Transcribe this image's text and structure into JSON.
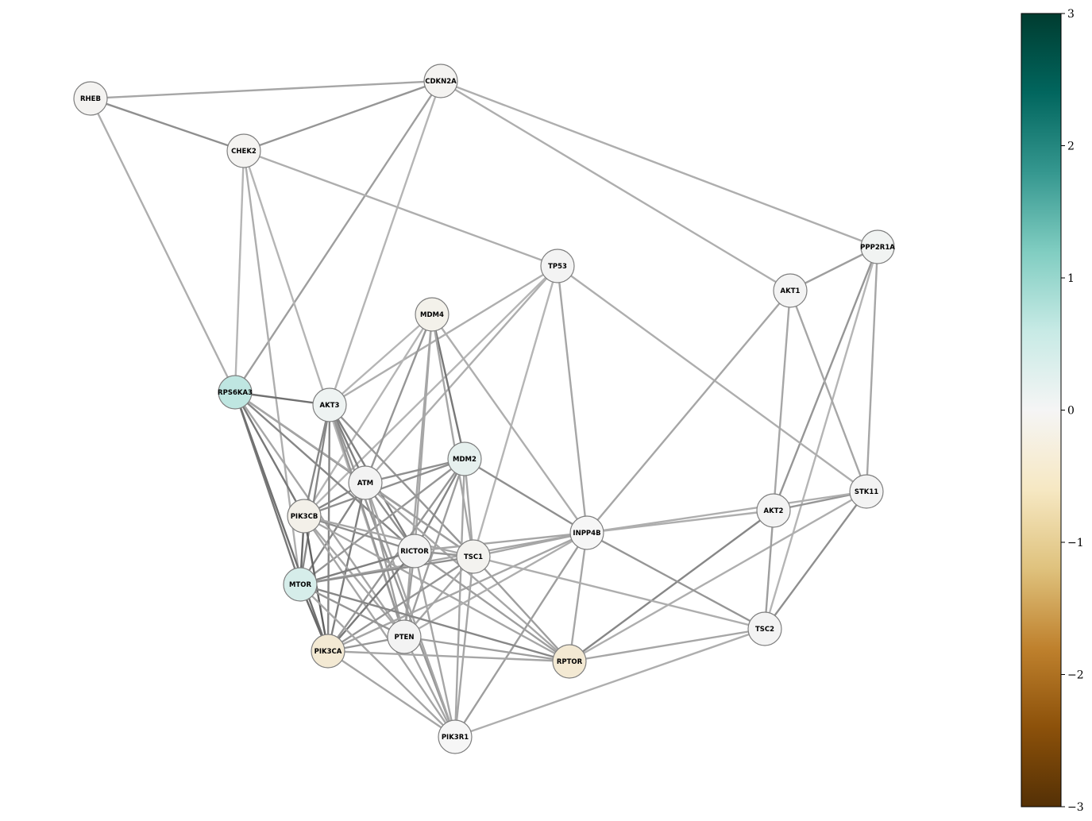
{
  "network": {
    "nodes": [
      {
        "id": "RHEB",
        "value": 0.05,
        "color": "#f4f3f1"
      },
      {
        "id": "CDKN2A",
        "value": 0.05,
        "color": "#f4f3f1"
      },
      {
        "id": "CHEK2",
        "value": 0.05,
        "color": "#f4f3f1"
      },
      {
        "id": "PPP2R1A",
        "value": 0.0,
        "color": "#f1f3f2"
      },
      {
        "id": "TP53",
        "value": 0.0,
        "color": "#f3f3f3"
      },
      {
        "id": "AKT1",
        "value": 0.0,
        "color": "#f3f3f3"
      },
      {
        "id": "MDM4",
        "value": -0.15,
        "color": "#f3f1ea"
      },
      {
        "id": "RPS6KA3",
        "value": 1.0,
        "color": "#bfe6e1"
      },
      {
        "id": "AKT3",
        "value": 0.15,
        "color": "#eef3f2"
      },
      {
        "id": "MDM2",
        "value": 0.2,
        "color": "#e6f0ee"
      },
      {
        "id": "ATM",
        "value": 0.0,
        "color": "#f3f3f3"
      },
      {
        "id": "STK11",
        "value": 0.0,
        "color": "#f3f3f3"
      },
      {
        "id": "AKT2",
        "value": 0.0,
        "color": "#f3f3f3"
      },
      {
        "id": "PIK3CB",
        "value": -0.15,
        "color": "#f3f0e9"
      },
      {
        "id": "INPP4B",
        "value": 0.0,
        "color": "#f6f6f6"
      },
      {
        "id": "RICTOR",
        "value": 0.0,
        "color": "#f3f3f3"
      },
      {
        "id": "TSC1",
        "value": -0.05,
        "color": "#f3f2ef"
      },
      {
        "id": "MTOR",
        "value": 0.45,
        "color": "#d6edea"
      },
      {
        "id": "TSC2",
        "value": 0.0,
        "color": "#f3f3f3"
      },
      {
        "id": "PTEN",
        "value": 0.0,
        "color": "#f3f3f3"
      },
      {
        "id": "PIK3CA",
        "value": -0.4,
        "color": "#f3e9d3"
      },
      {
        "id": "RPTOR",
        "value": -0.4,
        "color": "#f3e9d3"
      },
      {
        "id": "PIK3R1",
        "value": 0.0,
        "color": "#f6f6f6"
      }
    ],
    "edges": [
      {
        "source": "RHEB",
        "target": "CDKN2A",
        "weight": 0.3
      },
      {
        "source": "RHEB",
        "target": "CHEK2",
        "weight": 0.45
      },
      {
        "source": "RHEB",
        "target": "RPS6KA3",
        "weight": 0.25
      },
      {
        "source": "CDKN2A",
        "target": "CHEK2",
        "weight": 0.4
      },
      {
        "source": "CDKN2A",
        "target": "PPP2R1A",
        "weight": 0.25
      },
      {
        "source": "CDKN2A",
        "target": "AKT1",
        "weight": 0.25
      },
      {
        "source": "CDKN2A",
        "target": "RPS6KA3",
        "weight": 0.35
      },
      {
        "source": "CDKN2A",
        "target": "AKT3",
        "weight": 0.2
      },
      {
        "source": "CHEK2",
        "target": "TP53",
        "weight": 0.25
      },
      {
        "source": "CHEK2",
        "target": "RPS6KA3",
        "weight": 0.2
      },
      {
        "source": "CHEK2",
        "target": "MTOR",
        "weight": 0.25
      },
      {
        "source": "CHEK2",
        "target": "PTEN",
        "weight": 0.2
      },
      {
        "source": "PPP2R1A",
        "target": "AKT1",
        "weight": 0.35
      },
      {
        "source": "PPP2R1A",
        "target": "STK11",
        "weight": 0.3
      },
      {
        "source": "PPP2R1A",
        "target": "AKT2",
        "weight": 0.4
      },
      {
        "source": "PPP2R1A",
        "target": "TSC2",
        "weight": 0.2
      },
      {
        "source": "TP53",
        "target": "INPP4B",
        "weight": 0.3
      },
      {
        "source": "TP53",
        "target": "STK11",
        "weight": 0.25
      },
      {
        "source": "TP53",
        "target": "AKT3",
        "weight": 0.25
      },
      {
        "source": "TP53",
        "target": "ATM",
        "weight": 0.25
      },
      {
        "source": "TP53",
        "target": "PIK3CB",
        "weight": 0.2
      },
      {
        "source": "TP53",
        "target": "TSC1",
        "weight": 0.2
      },
      {
        "source": "AKT1",
        "target": "STK11",
        "weight": 0.3
      },
      {
        "source": "AKT1",
        "target": "AKT2",
        "weight": 0.3
      },
      {
        "source": "AKT1",
        "target": "INPP4B",
        "weight": 0.3
      },
      {
        "source": "MDM4",
        "target": "MDM2",
        "weight": 0.6
      },
      {
        "source": "MDM4",
        "target": "AKT3",
        "weight": 0.2
      },
      {
        "source": "MDM4",
        "target": "ATM",
        "weight": 0.4
      },
      {
        "source": "MDM4",
        "target": "INPP4B",
        "weight": 0.25
      },
      {
        "source": "MDM4",
        "target": "PIK3CB",
        "weight": 0.2
      },
      {
        "source": "MDM4",
        "target": "RICTOR",
        "weight": 0.3
      },
      {
        "source": "MDM4",
        "target": "TSC1",
        "weight": 0.3
      },
      {
        "source": "MDM4",
        "target": "PTEN",
        "weight": 0.3
      },
      {
        "source": "RPS6KA3",
        "target": "AKT3",
        "weight": 0.65
      },
      {
        "source": "RPS6KA3",
        "target": "ATM",
        "weight": 0.6
      },
      {
        "source": "RPS6KA3",
        "target": "PIK3CB",
        "weight": 0.6
      },
      {
        "source": "RPS6KA3",
        "target": "MTOR",
        "weight": 0.6
      },
      {
        "source": "RPS6KA3",
        "target": "PIK3CA",
        "weight": 0.65
      },
      {
        "source": "RPS6KA3",
        "target": "RICTOR",
        "weight": 0.5
      },
      {
        "source": "RPS6KA3",
        "target": "TSC1",
        "weight": 0.3
      },
      {
        "source": "RPS6KA3",
        "target": "PTEN",
        "weight": 0.3
      },
      {
        "source": "AKT3",
        "target": "ATM",
        "weight": 0.55
      },
      {
        "source": "AKT3",
        "target": "PIK3CB",
        "weight": 0.5
      },
      {
        "source": "AKT3",
        "target": "MTOR",
        "weight": 0.5
      },
      {
        "source": "AKT3",
        "target": "PIK3CA",
        "weight": 0.5
      },
      {
        "source": "AKT3",
        "target": "RICTOR",
        "weight": 0.55
      },
      {
        "source": "AKT3",
        "target": "TSC1",
        "weight": 0.4
      },
      {
        "source": "AKT3",
        "target": "PTEN",
        "weight": 0.4
      },
      {
        "source": "AKT3",
        "target": "PIK3R1",
        "weight": 0.4
      },
      {
        "source": "MDM2",
        "target": "ATM",
        "weight": 0.45
      },
      {
        "source": "MDM2",
        "target": "PIK3CB",
        "weight": 0.45
      },
      {
        "source": "MDM2",
        "target": "INPP4B",
        "weight": 0.45
      },
      {
        "source": "MDM2",
        "target": "RICTOR",
        "weight": 0.5
      },
      {
        "source": "MDM2",
        "target": "TSC1",
        "weight": 0.3
      },
      {
        "source": "MDM2",
        "target": "MTOR",
        "weight": 0.4
      },
      {
        "source": "MDM2",
        "target": "PTEN",
        "weight": 0.35
      },
      {
        "source": "MDM2",
        "target": "PIK3CA",
        "weight": 0.4
      },
      {
        "source": "MDM2",
        "target": "PIK3R1",
        "weight": 0.3
      },
      {
        "source": "ATM",
        "target": "PIK3CB",
        "weight": 0.5
      },
      {
        "source": "ATM",
        "target": "MTOR",
        "weight": 0.5
      },
      {
        "source": "ATM",
        "target": "PIK3CA",
        "weight": 0.55
      },
      {
        "source": "ATM",
        "target": "RICTOR",
        "weight": 0.45
      },
      {
        "source": "ATM",
        "target": "TSC1",
        "weight": 0.35
      },
      {
        "source": "ATM",
        "target": "PTEN",
        "weight": 0.35
      },
      {
        "source": "ATM",
        "target": "RPTOR",
        "weight": 0.3
      },
      {
        "source": "ATM",
        "target": "PIK3R1",
        "weight": 0.3
      },
      {
        "source": "STK11",
        "target": "AKT2",
        "weight": 0.4
      },
      {
        "source": "STK11",
        "target": "INPP4B",
        "weight": 0.25
      },
      {
        "source": "STK11",
        "target": "TSC2",
        "weight": 0.45
      },
      {
        "source": "STK11",
        "target": "RPTOR",
        "weight": 0.25
      },
      {
        "source": "AKT2",
        "target": "INPP4B",
        "weight": 0.25
      },
      {
        "source": "AKT2",
        "target": "TSC2",
        "weight": 0.35
      },
      {
        "source": "AKT2",
        "target": "RPTOR",
        "weight": 0.5
      },
      {
        "source": "PIK3CB",
        "target": "MTOR",
        "weight": 0.7
      },
      {
        "source": "PIK3CB",
        "target": "PIK3CA",
        "weight": 0.75
      },
      {
        "source": "PIK3CB",
        "target": "RICTOR",
        "weight": 0.45
      },
      {
        "source": "PIK3CB",
        "target": "TSC1",
        "weight": 0.3
      },
      {
        "source": "PIK3CB",
        "target": "PTEN",
        "weight": 0.3
      },
      {
        "source": "PIK3CB",
        "target": "RPTOR",
        "weight": 0.3
      },
      {
        "source": "PIK3CB",
        "target": "PIK3R1",
        "weight": 0.3
      },
      {
        "source": "INPP4B",
        "target": "RICTOR",
        "weight": 0.3
      },
      {
        "source": "INPP4B",
        "target": "TSC1",
        "weight": 0.3
      },
      {
        "source": "INPP4B",
        "target": "TSC2",
        "weight": 0.4
      },
      {
        "source": "INPP4B",
        "target": "RPTOR",
        "weight": 0.3
      },
      {
        "source": "INPP4B",
        "target": "PIK3R1",
        "weight": 0.35
      },
      {
        "source": "INPP4B",
        "target": "PTEN",
        "weight": 0.25
      },
      {
        "source": "INPP4B",
        "target": "MTOR",
        "weight": 0.3
      },
      {
        "source": "INPP4B",
        "target": "PIK3CA",
        "weight": 0.3
      },
      {
        "source": "RICTOR",
        "target": "TSC1",
        "weight": 0.4
      },
      {
        "source": "RICTOR",
        "target": "MTOR",
        "weight": 0.55
      },
      {
        "source": "RICTOR",
        "target": "PIK3CA",
        "weight": 0.6
      },
      {
        "source": "RICTOR",
        "target": "PTEN",
        "weight": 0.35
      },
      {
        "source": "RICTOR",
        "target": "RPTOR",
        "weight": 0.35
      },
      {
        "source": "RICTOR",
        "target": "PIK3R1",
        "weight": 0.3
      },
      {
        "source": "TSC1",
        "target": "TSC2",
        "weight": 0.25
      },
      {
        "source": "TSC1",
        "target": "MTOR",
        "weight": 0.45
      },
      {
        "source": "TSC1",
        "target": "PTEN",
        "weight": 0.3
      },
      {
        "source": "TSC1",
        "target": "PIK3CA",
        "weight": 0.4
      },
      {
        "source": "TSC1",
        "target": "RPTOR",
        "weight": 0.35
      },
      {
        "source": "TSC1",
        "target": "PIK3R1",
        "weight": 0.3
      },
      {
        "source": "MTOR",
        "target": "PIK3CA",
        "weight": 0.7
      },
      {
        "source": "MTOR",
        "target": "PTEN",
        "weight": 0.4
      },
      {
        "source": "MTOR",
        "target": "RPTOR",
        "weight": 0.5
      },
      {
        "source": "MTOR",
        "target": "PIK3R1",
        "weight": 0.3
      },
      {
        "source": "TSC2",
        "target": "RPTOR",
        "weight": 0.3
      },
      {
        "source": "TSC2",
        "target": "PIK3R1",
        "weight": 0.25
      },
      {
        "source": "PTEN",
        "target": "PIK3CA",
        "weight": 0.4
      },
      {
        "source": "PTEN",
        "target": "RPTOR",
        "weight": 0.35
      },
      {
        "source": "PTEN",
        "target": "PIK3R1",
        "weight": 0.3
      },
      {
        "source": "PIK3CA",
        "target": "RPTOR",
        "weight": 0.3
      },
      {
        "source": "PIK3CA",
        "target": "PIK3R1",
        "weight": 0.3
      }
    ]
  },
  "colorbar": {
    "min": -3,
    "max": 3,
    "ticks": [
      "−3",
      "−2",
      "−1",
      "0",
      "1",
      "2",
      "3"
    ],
    "colormap": "BrBG",
    "stops": [
      "#543005",
      "#8c510a",
      "#bf812d",
      "#dfc27d",
      "#f6e8c3",
      "#f5f5f5",
      "#c7eae5",
      "#80cdc1",
      "#35978f",
      "#01665e",
      "#003c30"
    ]
  }
}
